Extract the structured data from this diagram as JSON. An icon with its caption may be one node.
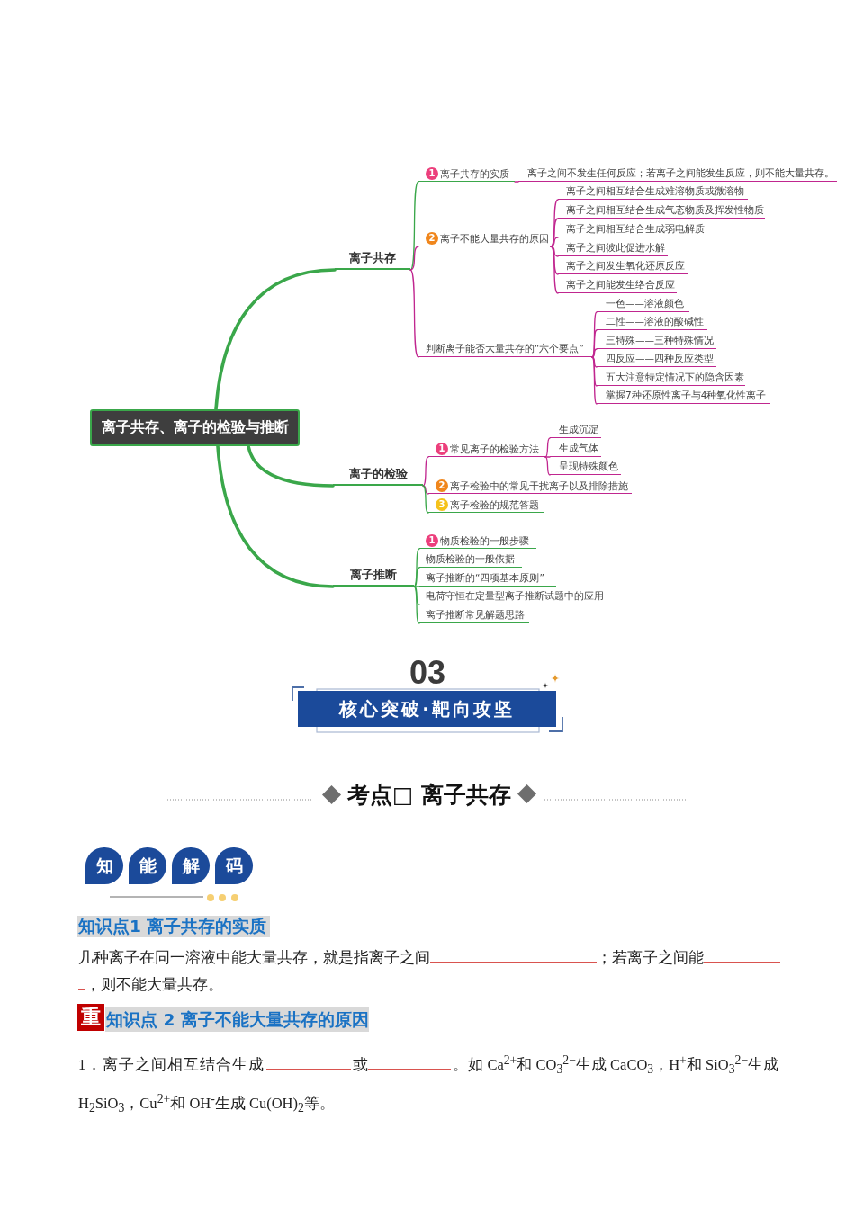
{
  "diagram": {
    "nodes": [
      {
        "text": [
          "离子共存、离子的检验与推断"
        ]
      },
      {
        "text": [
          "离子共存"
        ]
      },
      {
        "text": [
          "1",
          "离子共存的实质"
        ]
      },
      {
        "text": [
          "离子之间不发生任何反应；若离子之间能发生反应，则不能大量共存。"
        ]
      },
      {
        "text": [
          "2",
          "离子不能大量共存的原因"
        ]
      },
      {
        "text": [
          "离子之间相互结合生成难溶物质或微溶物"
        ]
      },
      {
        "text": [
          "离子之间相互结合生成气态物质及挥发性物质"
        ]
      },
      {
        "text": [
          "离子之间相互结合生成弱电解质"
        ]
      },
      {
        "text": [
          "离子之间彼此促进水解"
        ]
      },
      {
        "text": [
          "离子之间发生氧化还原反应"
        ]
      },
      {
        "text": [
          "离子之间能发生络合反应"
        ]
      },
      {
        "text": [
          "判断离子能否大量共存的“六个要点”"
        ]
      },
      {
        "text": [
          "一色——溶液颜色"
        ]
      },
      {
        "text": [
          "二性——溶液的酸碱性"
        ]
      },
      {
        "text": [
          "三特殊——三种特殊情况"
        ]
      },
      {
        "text": [
          "四反应——四种反应类型"
        ]
      },
      {
        "text": [
          "五大注意特定情况下的隐含因素"
        ]
      },
      {
        "text": [
          "掌握7种还原性离子与4种氧化性离子"
        ]
      },
      {
        "text": [
          "离子的检验"
        ]
      },
      {
        "text": [
          "1",
          "常见离子的检验方法"
        ]
      },
      {
        "text": [
          "生成沉淀"
        ]
      },
      {
        "text": [
          "生成气体"
        ]
      },
      {
        "text": [
          "呈现特殊颜色"
        ]
      },
      {
        "text": [
          "2",
          "离子检验中的常见干扰离子以及排除措施"
        ]
      },
      {
        "text": [
          "3",
          "离子检验的规范答题"
        ]
      },
      {
        "text": [
          "离子推断"
        ]
      },
      {
        "text": [
          "1",
          "物质检验的一般步骤"
        ]
      },
      {
        "text": [
          "物质检验的一般依据"
        ]
      },
      {
        "text": [
          "离子推断的“四项基本原则”"
        ]
      },
      {
        "text": [
          "电荷守恒在定量型离子推断试题中的应用"
        ]
      },
      {
        "text": [
          "离子推断常见解题思路"
        ]
      },
      {
        "text": [
          "03",
          "核心突破·靶向攻坚"
        ]
      },
      {
        "text": [
          "知"
        ]
      },
      {
        "text": [
          "能"
        ]
      },
      {
        "text": [
          "解"
        ]
      },
      {
        "text": [
          "码"
        ]
      },
      {
        "text": [
          "知识点1 离子共存的实质"
        ]
      },
      {
        "text": [
          "重"
        ]
      },
      {
        "text": [
          "知识点 2 离子不能大量共存的原因"
        ]
      }
    ],
    "edges": [
      {
        "from": 0,
        "to": 1,
        "arrow": "none",
        "style": "thick",
        "color": "#3aa74a"
      },
      {
        "from": 0,
        "to": 18,
        "arrow": "none",
        "style": "thick",
        "color": "#3aa74a"
      },
      {
        "from": 0,
        "to": 25,
        "arrow": "none",
        "style": "thick",
        "color": "#3aa74a"
      },
      {
        "from": 1,
        "to": 2,
        "arrow": "none",
        "color": "#3aa74a"
      },
      {
        "from": 2,
        "to": 3,
        "arrow": "none"
      },
      {
        "from": 1,
        "to": 4,
        "arrow": "none"
      },
      {
        "from": 4,
        "to": 5,
        "arrow": "none"
      },
      {
        "from": 4,
        "to": 6,
        "arrow": "none"
      },
      {
        "from": 4,
        "to": 7,
        "arrow": "none"
      },
      {
        "from": 4,
        "to": 8,
        "arrow": "none"
      },
      {
        "from": 4,
        "to": 9,
        "arrow": "none"
      },
      {
        "from": 4,
        "to": 10,
        "arrow": "none"
      },
      {
        "from": 1,
        "to": 11,
        "arrow": "none"
      },
      {
        "from": 11,
        "to": 12,
        "arrow": "none"
      },
      {
        "from": 11,
        "to": 13,
        "arrow": "none"
      },
      {
        "from": 11,
        "to": 14,
        "arrow": "none"
      },
      {
        "from": 11,
        "to": 15,
        "arrow": "none"
      },
      {
        "from": 11,
        "to": 16,
        "arrow": "none"
      },
      {
        "from": 11,
        "to": 17,
        "arrow": "none"
      },
      {
        "from": 18,
        "to": 19,
        "arrow": "none"
      },
      {
        "from": 19,
        "to": 20,
        "arrow": "none"
      },
      {
        "from": 19,
        "to": 21,
        "arrow": "none"
      },
      {
        "from": 19,
        "to": 22,
        "arrow": "none"
      },
      {
        "from": 18,
        "to": 23,
        "arrow": "none"
      },
      {
        "from": 18,
        "to": 24,
        "arrow": "none",
        "color": "#3aa74a"
      },
      {
        "from": 25,
        "to": 26,
        "arrow": "none",
        "color": "#3aa74a"
      },
      {
        "from": 25,
        "to": 27,
        "arrow": "none",
        "color": "#3aa74a"
      },
      {
        "from": 25,
        "to": 28,
        "arrow": "none",
        "color": "#3aa74a"
      },
      {
        "from": 25,
        "to": 29,
        "arrow": "none",
        "color": "#3aa74a"
      },
      {
        "from": 25,
        "to": 30,
        "arrow": "none",
        "color": "#3aa74a"
      }
    ],
    "labels": [
      "考点□ 离子共存",
      "几种离子在同一溶液中能大量共存，就是指离子之间",
      "；若离子之间能",
      "，则不能大量共存。",
      "1．离子之间相互结合生成",
      "或",
      "。如 Ca$^{2+}$和 CO$_{3}$$^{2−}$生成 CaCO$_{3}$，H$^{+}$和 SiO$_{3}$$^{2−}$生成",
      "H$_{2}$SiO$_{3}$，Cu$^{2+}$和 OH$^{-}$生成 Cu(OH)$_{2}$等。"
    ]
  }
}
